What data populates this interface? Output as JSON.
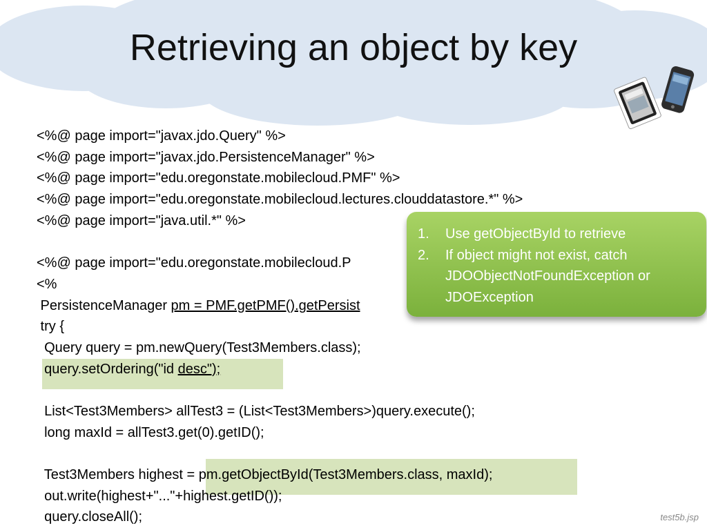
{
  "title": "Retrieving an object by key",
  "code_lines": [
    {
      "pre": "<%@ page import=\"javax.jdo.Query\" %>",
      "u": "",
      "post": ""
    },
    {
      "pre": "<%@ page import=\"javax.jdo.PersistenceManager\" %>",
      "u": "",
      "post": ""
    },
    {
      "pre": "<%@ page import=\"edu.oregonstate.mobilecloud.PMF\" %>",
      "u": "",
      "post": ""
    },
    {
      "pre": "<%@ page import=\"edu.oregonstate.mobilecloud.lectures.clouddatastore.*\" %>",
      "u": "",
      "post": ""
    },
    {
      "pre": "<%@ page import=\"java.util.*\" %>",
      "u": "",
      "post": ""
    },
    {
      "pre": "",
      "u": "",
      "post": ""
    },
    {
      "pre": "<%@ page import=\"edu.oregonstate.mobilecloud.P",
      "u": "",
      "post": ""
    },
    {
      "pre": "<%",
      "u": "",
      "post": ""
    },
    {
      "pre": " PersistenceManager ",
      "u": "pm = PMF.getPMF().getPersist",
      "post": ""
    },
    {
      "pre": " try {",
      "u": "",
      "post": ""
    },
    {
      "pre": "  Query query = pm.newQuery(Test3Members.class);",
      "u": "",
      "post": ""
    },
    {
      "pre": "  query.setOrdering(\"id ",
      "u": "desc\");",
      "post": ""
    },
    {
      "pre": "",
      "u": "",
      "post": ""
    },
    {
      "pre": "  List<Test3Members> allTest3 = (List<Test3Members>)query.execute();",
      "u": "",
      "post": ""
    },
    {
      "pre": "  long maxId = allTest3.get(0).getID();",
      "u": "",
      "post": ""
    },
    {
      "pre": "",
      "u": "",
      "post": ""
    },
    {
      "pre": "  Test3Members highest = pm.getObjectById(Test3Members.class, maxId);",
      "u": "",
      "post": ""
    },
    {
      "pre": "  out.write(highest+\"...\"+highest.getID());",
      "u": "",
      "post": ""
    },
    {
      "pre": "  query.closeAll();",
      "u": "",
      "post": ""
    }
  ],
  "callout": {
    "items": [
      {
        "num": "1.",
        "text": "Use getObjectById to retrieve"
      },
      {
        "num": "2.",
        "text": "If object might not exist, catch JDOObjectNotFoundException or JDOException"
      }
    ]
  },
  "filename": "test5b.jsp",
  "colors": {
    "cloud": "#dce6f2",
    "highlight": "#d7e4bc",
    "callout": "#8cc152"
  }
}
